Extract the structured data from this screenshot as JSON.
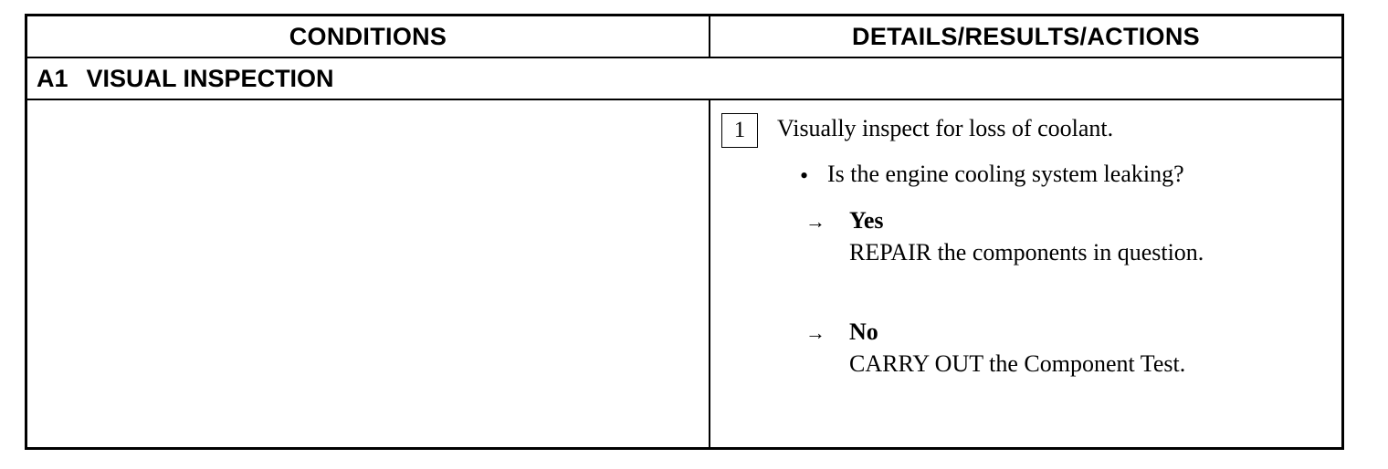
{
  "header": {
    "conditions": "CONDITIONS",
    "details": "DETAILS/RESULTS/ACTIONS"
  },
  "section": {
    "id": "A1",
    "title": "VISUAL INSPECTION"
  },
  "step": {
    "number": "1",
    "instruction": "Visually inspect for loss of coolant.",
    "bullet": "•",
    "question": "Is the engine cooling system leaking?",
    "answers": [
      {
        "arrow": "→",
        "label": "Yes",
        "action": "REPAIR the components in question."
      },
      {
        "arrow": "→",
        "label": "No",
        "action": "CARRY OUT the Component Test."
      }
    ]
  }
}
